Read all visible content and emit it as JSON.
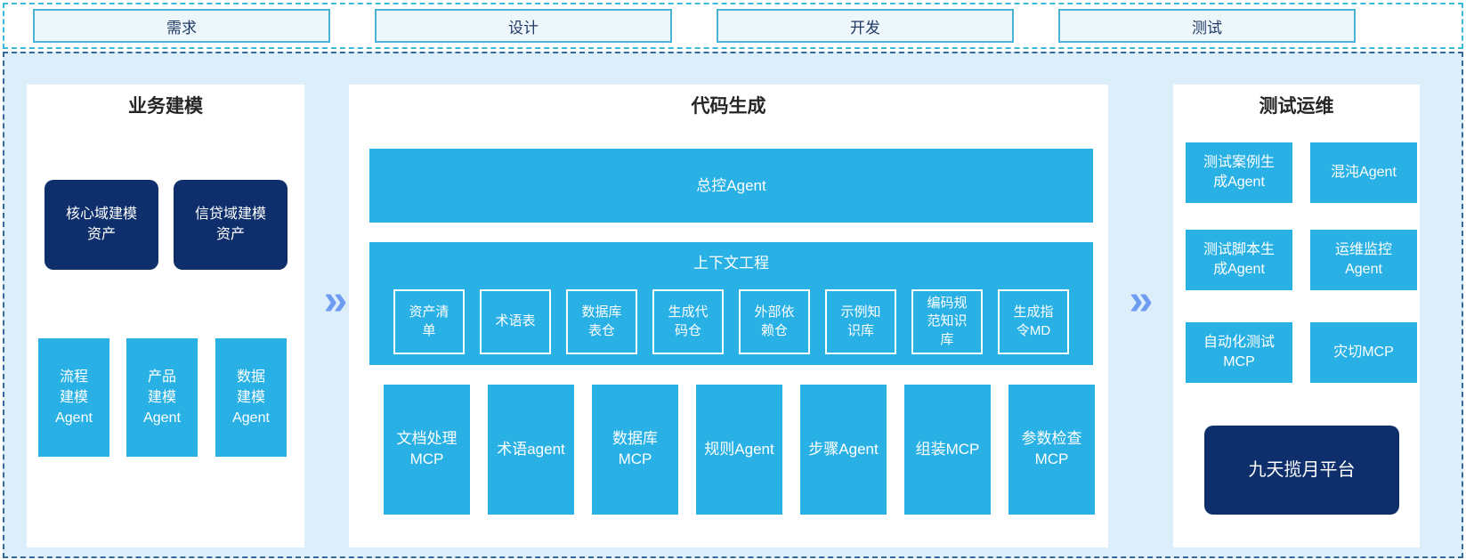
{
  "colors": {
    "cyan": "#29b0e5",
    "navy": "#0e2f6b",
    "panel-bg": "#ffffff",
    "main-bg": "#ddeefb",
    "main-border": "#35699c",
    "strip-border": "#3bbade",
    "phase-bg": "#edf6fb",
    "phase-border": "#4db3d9",
    "phase-text": "#203a66",
    "title-text": "#262626",
    "arrow-blue": "#6d9cf1"
  },
  "phases": {
    "items": [
      {
        "label": "需求"
      },
      {
        "label": "设计"
      },
      {
        "label": "开发"
      },
      {
        "label": "测试"
      }
    ]
  },
  "modeling": {
    "title": "业务建模",
    "assets": [
      {
        "label": "核心域建模资产"
      },
      {
        "label": "信贷域建模资产"
      }
    ],
    "agents": [
      {
        "label": "流程建模Agent"
      },
      {
        "label": "产品建模Agent"
      },
      {
        "label": "数据建模Agent"
      }
    ]
  },
  "codegen": {
    "title": "代码生成",
    "master_agent": "总控Agent",
    "context": {
      "title": "上下文工程",
      "items": [
        "资产清单",
        "术语表",
        "数据库表仓",
        "生成代码仓",
        "外部依赖仓",
        "示例知识库",
        "编码规范知识库",
        "生成指令MD"
      ]
    },
    "tools": [
      "文档处理MCP",
      "术语agent",
      "数据库MCP",
      "规则Agent",
      "步骤Agent",
      "组装MCP",
      "参数检查MCP"
    ]
  },
  "testops": {
    "title": "测试运维",
    "boxes": [
      "测试案例生成Agent",
      "混沌Agent",
      "测试脚本生成Agent",
      "运维监控Agent",
      "自动化测试MCP",
      "灾切MCP"
    ],
    "platform": "九天揽月平台"
  },
  "arrows": {
    "glyph": "»"
  }
}
